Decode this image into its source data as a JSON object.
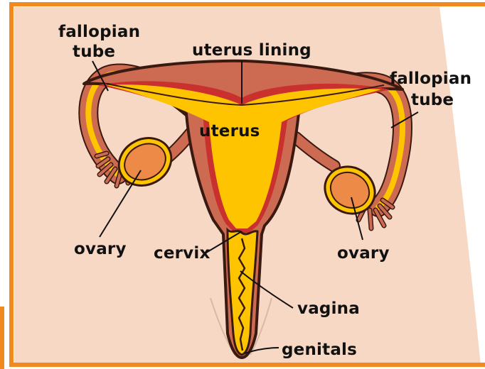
{
  "labels": {
    "fallopian_tube_left_line1": "fallopian",
    "fallopian_tube_left_line2": "tube",
    "uterus_lining": "uterus lining",
    "fallopian_tube_right_line1": "fallopian",
    "fallopian_tube_right_line2": "tube",
    "uterus": "uterus",
    "ovary_left": "ovary",
    "cervix": "cervix",
    "ovary_right": "ovary",
    "vagina": "vagina",
    "genitals": "genitals"
  },
  "colors": {
    "frame": "#f08a1e",
    "background_panel": "#f7d8c4",
    "muscle": "#cd6a52",
    "lining": "#c9302e",
    "cavity": "#ffc400",
    "ovary_fill": "#ee8a48",
    "ovary_ring": "#f6c300",
    "outline": "#3a1a10",
    "text": "#111111"
  }
}
